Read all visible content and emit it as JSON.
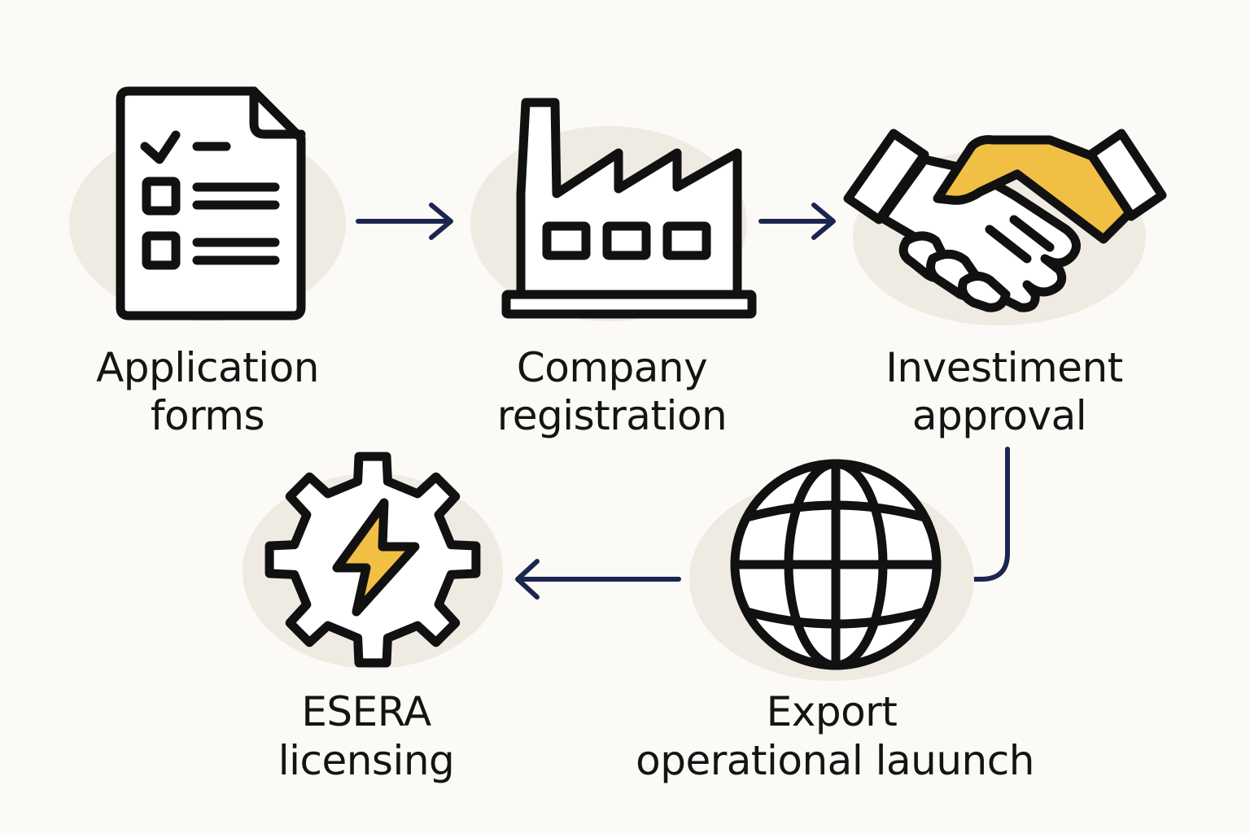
{
  "colors": {
    "background": "#fbfaf6",
    "icon_outline": "#111111",
    "icon_highlight": "#f2bf45",
    "arrow": "#1b2550",
    "backdrop_circle": "#efebe2"
  },
  "steps": [
    {
      "icon": "document-checklist-icon",
      "line1": "Application",
      "line2": "forms"
    },
    {
      "icon": "factory-icon",
      "line1": "Company",
      "line2": "registration"
    },
    {
      "icon": "handshake-icon",
      "line1": "Investiment",
      "line2": "approval"
    },
    {
      "icon": "globe-icon",
      "line1": "Export",
      "line2": "operational lauunch"
    },
    {
      "icon": "gear-lightning-icon",
      "line1": "ESERA",
      "line2": "licensing"
    }
  ]
}
